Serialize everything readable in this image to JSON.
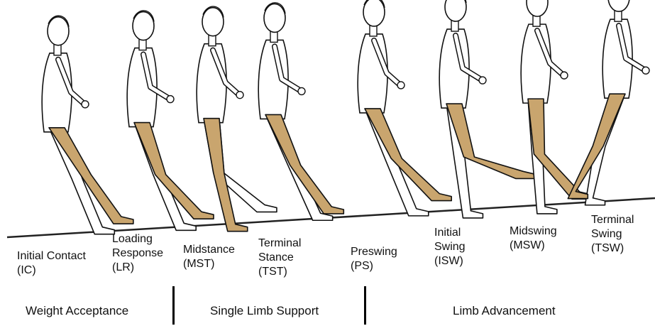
{
  "colors": {
    "limb_highlight": "#C9A56E",
    "outline": "#111111",
    "ground": "#222222",
    "background": "#FFFFFF"
  },
  "figures": [
    {
      "phase": "Initial Contact (IC)",
      "highlighted_limb": "right leg"
    },
    {
      "phase": "Loading Response (LR)",
      "highlighted_limb": "right leg"
    },
    {
      "phase": "Midstance (MST)",
      "highlighted_limb": "right leg"
    },
    {
      "phase": "Terminal Stance (TST)",
      "highlighted_limb": "right leg"
    },
    {
      "phase": "Preswing (PS)",
      "highlighted_limb": "right leg"
    },
    {
      "phase": "Initial Swing (ISW)",
      "highlighted_limb": "right leg"
    },
    {
      "phase": "Midswing (MSW)",
      "highlighted_limb": "right leg"
    },
    {
      "phase": "Terminal Swing (TSW)",
      "highlighted_limb": "right leg"
    }
  ],
  "phases": [
    {
      "label": "Initial Contact\n(IC)"
    },
    {
      "label": "Loading\nResponse\n(LR)"
    },
    {
      "label": "Midstance\n(MST)"
    },
    {
      "label": "Terminal\nStance\n(TST)"
    },
    {
      "label": "Preswing\n(PS)"
    },
    {
      "label": "Initial\nSwing\n(ISW)"
    },
    {
      "label": "Midswing\n(MSW)"
    },
    {
      "label": "Terminal\nSwing\n(TSW)"
    }
  ],
  "groups": [
    {
      "label": "Weight Acceptance"
    },
    {
      "label": "Single Limb Support"
    },
    {
      "label": "Limb Advancement"
    }
  ]
}
